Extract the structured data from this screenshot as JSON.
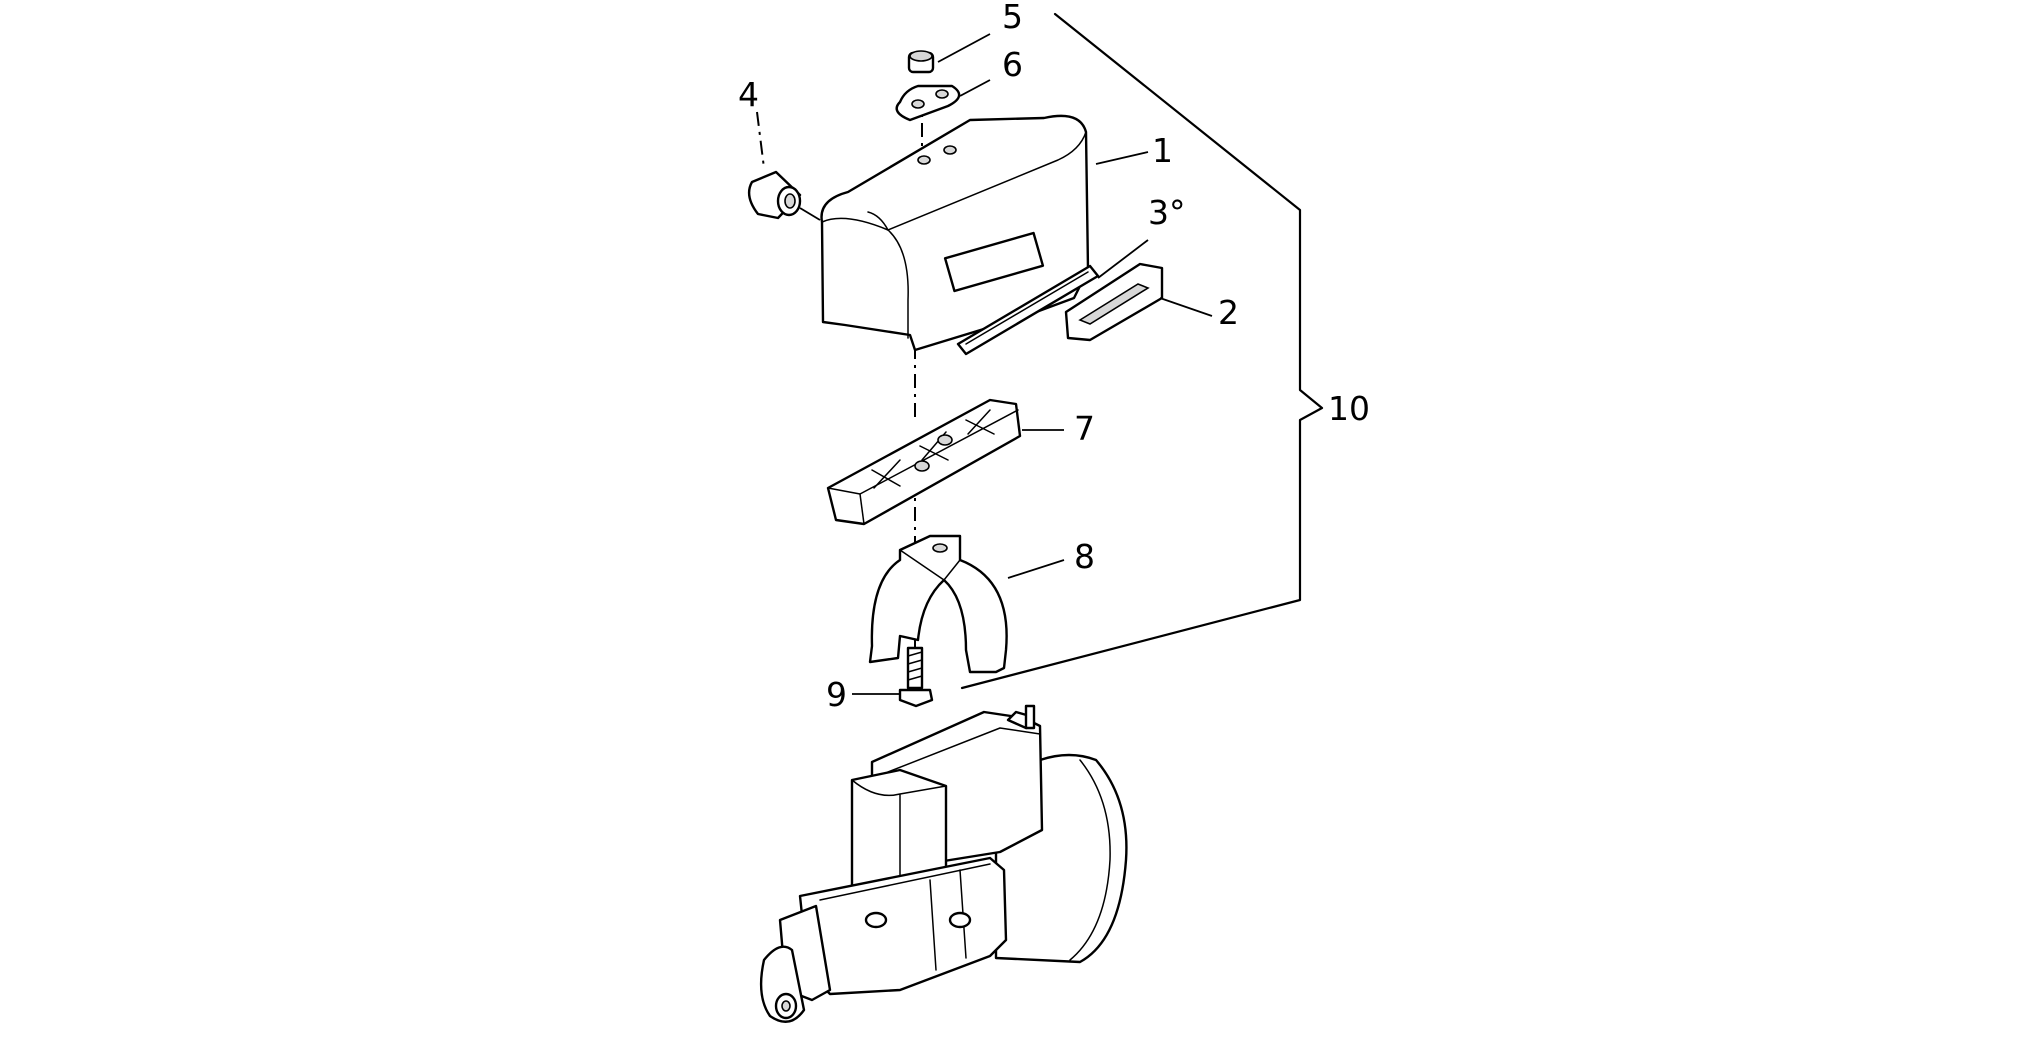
{
  "diagram": {
    "callouts": [
      {
        "id": "1",
        "label": "1"
      },
      {
        "id": "2",
        "label": "2"
      },
      {
        "id": "3",
        "label": "3°"
      },
      {
        "id": "4",
        "label": "4"
      },
      {
        "id": "5",
        "label": "5"
      },
      {
        "id": "6",
        "label": "6"
      },
      {
        "id": "7",
        "label": "7"
      },
      {
        "id": "8",
        "label": "8"
      },
      {
        "id": "9",
        "label": "9"
      },
      {
        "id": "10",
        "label": "10"
      }
    ]
  }
}
